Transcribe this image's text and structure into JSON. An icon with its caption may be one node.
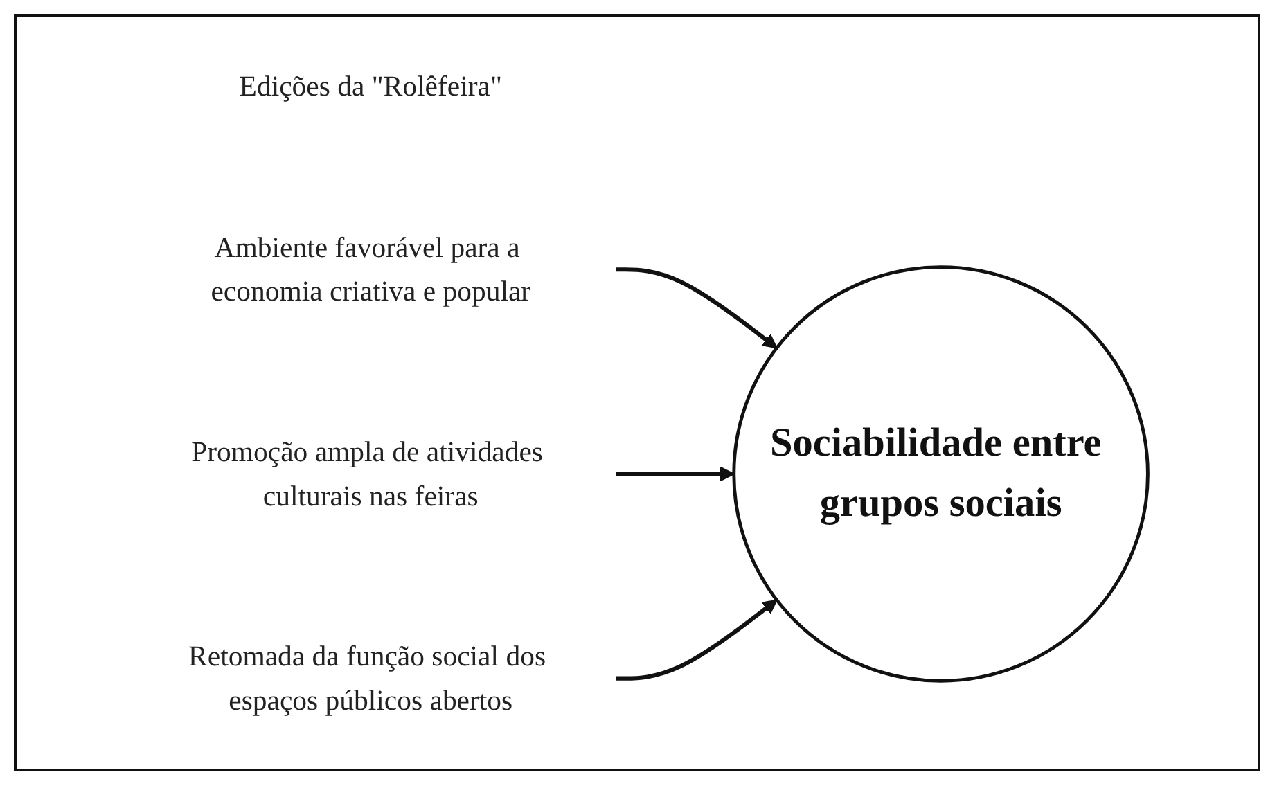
{
  "diagram": {
    "nodes": [
      {
        "text": [
          "Edições da \"Rolêfeira\""
        ]
      },
      {
        "text": [
          "Ambiente favorável para a economia criativa e popular"
        ]
      },
      {
        "text": [
          "Promoção ampla de atividades culturais nas feiras"
        ]
      },
      {
        "text": [
          "Retomada da função social dos espaços públicos abertos"
        ]
      },
      {
        "text": [
          "Sociabilidade entre grupos sociais"
        ]
      }
    ],
    "edges": [
      {
        "from": 1,
        "to": 4,
        "arrow": "to"
      },
      {
        "from": 2,
        "to": 4,
        "arrow": "to"
      },
      {
        "from": 3,
        "to": 4,
        "arrow": "to"
      }
    ]
  }
}
